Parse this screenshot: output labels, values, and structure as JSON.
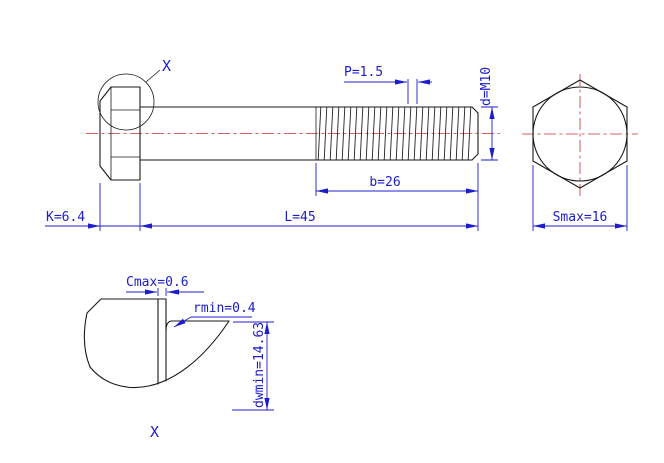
{
  "drawing": {
    "kind": "engineering-drawing",
    "part": "hex-head-bolt",
    "colors": {
      "dimension": "#1c1ccc",
      "outline": "#1a1a1a",
      "centerline": "#c83232"
    },
    "main_view": {
      "detail_callout": "X",
      "dims": {
        "pitch": "P=1.5",
        "thread_size": "d=M10",
        "thread_length": "b=26",
        "length": "L=45",
        "head_height": "K=6.4"
      }
    },
    "end_view": {
      "dims": {
        "across_flats": "Smax=16"
      }
    },
    "detail_view": {
      "label": "X",
      "dims": {
        "chamfer": "Cmax=0.6",
        "fillet": "rmin=0.4",
        "washer_face": "dwmin=14.63"
      }
    }
  }
}
